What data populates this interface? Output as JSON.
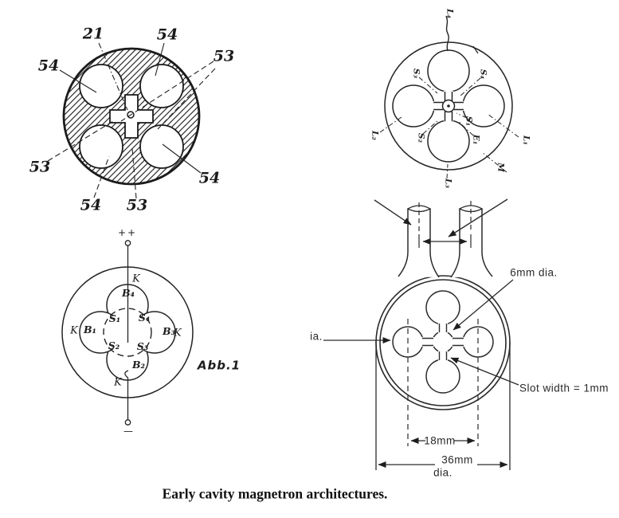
{
  "caption": "Early cavity magnetron architectures.",
  "fig_hatched_anode": {
    "labels": {
      "cathode_ref": "21",
      "cavity_ref": "54",
      "slot_ref": "53"
    }
  },
  "fig_labeled_anode": {
    "labels": {
      "L1": "L₁",
      "L2": "L₂",
      "L3": "L₃",
      "L4": "L₄",
      "M": "M",
      "S1": "S₁",
      "S2": "S₂",
      "S3": "S₃",
      "S4": "S₄",
      "E1": "E₁"
    }
  },
  "fig_circuit_schematic": {
    "labels": {
      "plus_terminal": "++",
      "minus_terminal": "—",
      "cathode": "K",
      "B1": "B₁",
      "B2": "B₂",
      "B3": "B₃",
      "B4": "B₄",
      "S1": "S₁",
      "S2": "S₂",
      "S3": "S₃",
      "S4": "S₄",
      "figure_ref": "Abb.1"
    }
  },
  "fig_dimensioned_anode": {
    "labels": {
      "center_hole_dia": "6mm dia.",
      "slot_width": "Slot width = 1mm",
      "cavity_spacing": "18mm",
      "outer_dia_value": "36mm",
      "outer_dia_unit": "dia.",
      "left_partial": "ia."
    }
  }
}
